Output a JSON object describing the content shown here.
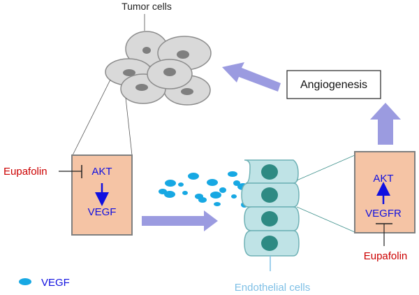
{
  "labels": {
    "tumor_cells": "Tumor cells",
    "angiogenesis": "Angiogenesis",
    "eupafolin_left": "Eupafolin",
    "akt_left": "AKT",
    "vegf_left": "VEGF",
    "akt_right": "AKT",
    "vegfr_right": "VEGFR",
    "eupafolin_right": "Eupafolin",
    "legend_vegf": "VEGF",
    "endothelial_cells": "Endothelial cells"
  },
  "colors": {
    "cell_fill": "#d9d9d9",
    "cell_stroke": "#8c8c8c",
    "nucleus": "#7f7f7f",
    "box_fill": "#f5c4a5",
    "box_stroke": "#7f7f7f",
    "text_blue": "#1010e0",
    "text_red": "#cc0000",
    "vegf_dot": "#17a8e3",
    "wide_arrow": "#9b9be0",
    "endo_fill": "#bfe3e6",
    "endo_stroke": "#6fb1b5",
    "endo_nucleus": "#2e8a83",
    "endo_label": "#7fc0e6"
  }
}
